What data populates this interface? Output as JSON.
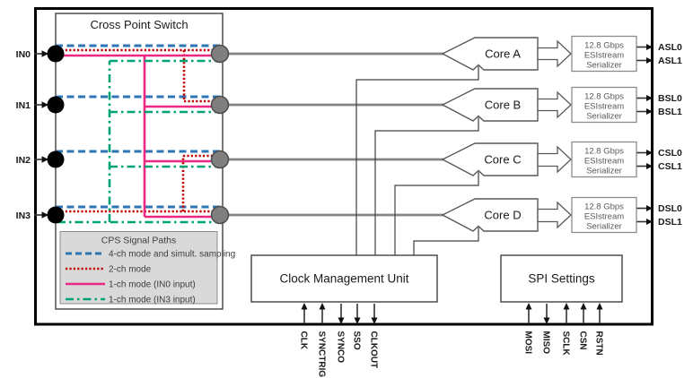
{
  "chip": {
    "cps": {
      "title": "Cross Point Switch",
      "inputs": [
        "IN0",
        "IN1",
        "IN2",
        "IN3"
      ],
      "legend": {
        "title": "CPS Signal Paths",
        "items": [
          {
            "label": "4-ch mode and simult. sampling",
            "color": "#2E75B6",
            "style": "dashed"
          },
          {
            "label": "2-ch mode",
            "color": "#C00000",
            "style": "dotted"
          },
          {
            "label": "1-ch mode (IN0 input)",
            "color": "#ED2882",
            "style": "solid"
          },
          {
            "label": "1-ch mode (IN3 input)",
            "color": "#00A377",
            "style": "dash-dot"
          }
        ]
      }
    },
    "cores": [
      {
        "name": "Core A",
        "outputs": [
          "ASL0",
          "ASL1"
        ]
      },
      {
        "name": "Core B",
        "outputs": [
          "BSL0",
          "BSL1"
        ]
      },
      {
        "name": "Core C",
        "outputs": [
          "CSL0",
          "CSL1"
        ]
      },
      {
        "name": "Core D",
        "outputs": [
          "DSL0",
          "DSL1"
        ]
      }
    ],
    "serializer": {
      "line1": "12.8 Gbps",
      "line2": "ESIstream",
      "line3": "Serializer"
    },
    "cmu": {
      "title": "Clock Management Unit",
      "pins": [
        {
          "label": "CLK",
          "direction": "in"
        },
        {
          "label": "SYNCTRIG",
          "direction": "in"
        },
        {
          "label": "SYNCO",
          "direction": "out"
        },
        {
          "label": "SSO",
          "direction": "out"
        },
        {
          "label": "CLKOUT",
          "direction": "out"
        }
      ]
    },
    "spi": {
      "title": "SPI Settings",
      "pins": [
        {
          "label": "MOSI",
          "direction": "in"
        },
        {
          "label": "MISO",
          "direction": "out"
        },
        {
          "label": "SCLK",
          "direction": "in"
        },
        {
          "label": "CSN",
          "direction": "in"
        },
        {
          "label": "RSTN",
          "direction": "in"
        }
      ]
    }
  },
  "colors": {
    "path_4ch": "#2E75B6",
    "path_2ch": "#C00000",
    "path_1ch_in0": "#ED2882",
    "path_1ch_in3": "#00A377",
    "node_input": "#000000",
    "node_output": "#7f7f7f",
    "legend_fill": "#d9d9d9"
  }
}
